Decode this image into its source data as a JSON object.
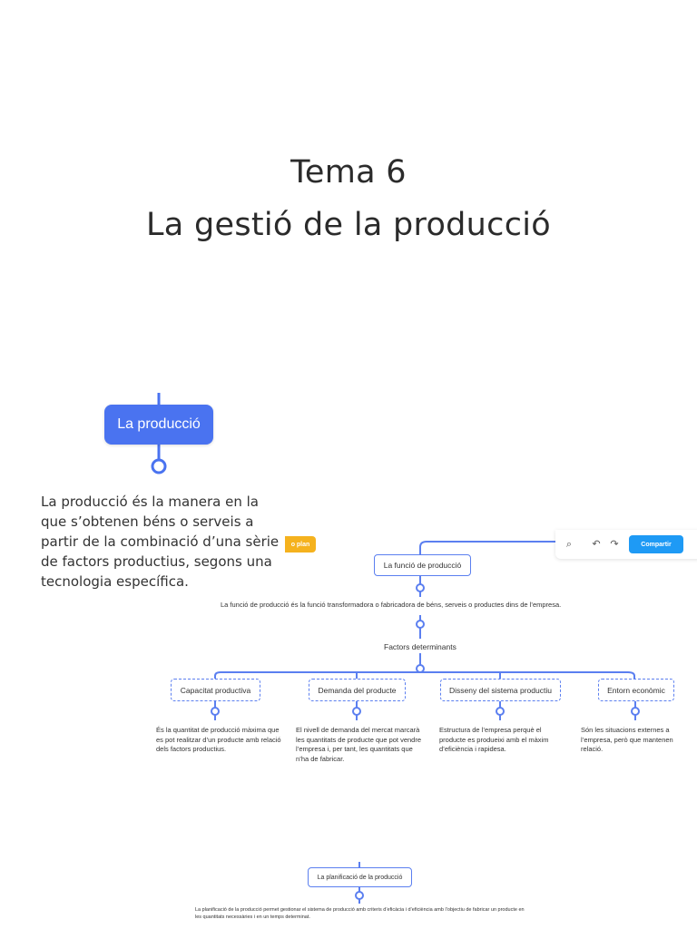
{
  "slide": {
    "title_line1": "Tema 6",
    "title_line2": "La gestió de la producció"
  },
  "main_node": {
    "label": "La producció",
    "description": "La producció és la manera en la que s’obtenen béns o serveis a partir de la combinació d’una sèrie de factors productius, segons una tecnologia específica."
  },
  "toolbar": {
    "orange_button_label": "o plan",
    "share_label": "Compartir",
    "icons": [
      "search-icon",
      "undo-icon",
      "redo-icon"
    ]
  },
  "function_node": {
    "label": "La funció de producció",
    "description": "La funció de producció és la funció transformadora o fabricadora de béns, serveis o productes dins de l’empresa."
  },
  "factors": {
    "label": "Factors determinants",
    "items": [
      {
        "label": "Capacitat productiva",
        "text": "És la quantitat de producció màxima que es pot realitzar d’un producte amb relació dels factors productius."
      },
      {
        "label": "Demanda del producte",
        "text": "El nivell de demanda del mercat marcarà les quantitats de producte que pot vendre l’empresa i, per tant, les quantitats que n’ha de fabricar."
      },
      {
        "label": "Disseny del sistema productiu",
        "text": "Estructura de l’empresa perquè el producte es produeixi amb el màxim d’eficiència i rapidesa."
      },
      {
        "label": "Entorn econòmic",
        "text": "Són les situacions externes a l’empresa, però que mantenen relació."
      }
    ]
  },
  "planning_node": {
    "label": "La planificació de la producció",
    "description": "La planificació de la producció permet gestionar el sistema de producció amb criteris d’eficàcia i d’eficiència amb l’objectiu de fabricar un producte en les quantitats necessàries i en un temps determinat."
  },
  "colors": {
    "accent": "#4a73f0",
    "line": "#5b7ff0",
    "orange": "#f5b21e",
    "share": "#1e9af5"
  }
}
